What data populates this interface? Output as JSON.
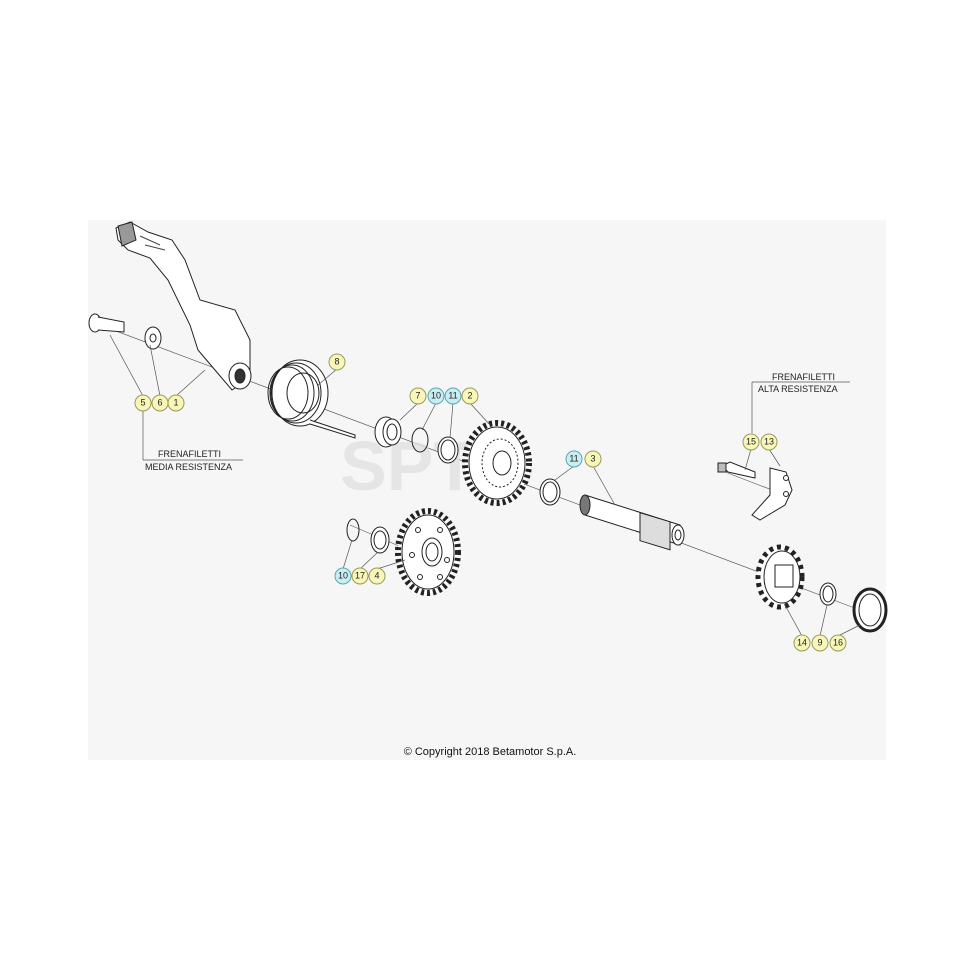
{
  "diagram": {
    "callouts": {
      "c5": "5",
      "c6": "6",
      "c1": "1",
      "c8": "8",
      "c7": "7",
      "c10a": "10",
      "c11a": "11",
      "c2": "2",
      "c11b": "11",
      "c3": "3",
      "c10b": "10",
      "c17": "17",
      "c4": "4",
      "c15": "15",
      "c13": "13",
      "c14": "14",
      "c9": "9",
      "c16": "16"
    },
    "notes": {
      "medium_line1": "FRENAFILETTI",
      "medium_line2": "MEDIA RESISTENZA",
      "high_line1": "FRENAFILETTI",
      "high_line2": "ALTA RESISTENZA"
    },
    "colors": {
      "part_callout": "#f8f6b8",
      "kit_callout": "#c9edf2"
    }
  },
  "footer": {
    "copyright": "© Copyright 2018 Betamotor S.p.A."
  }
}
